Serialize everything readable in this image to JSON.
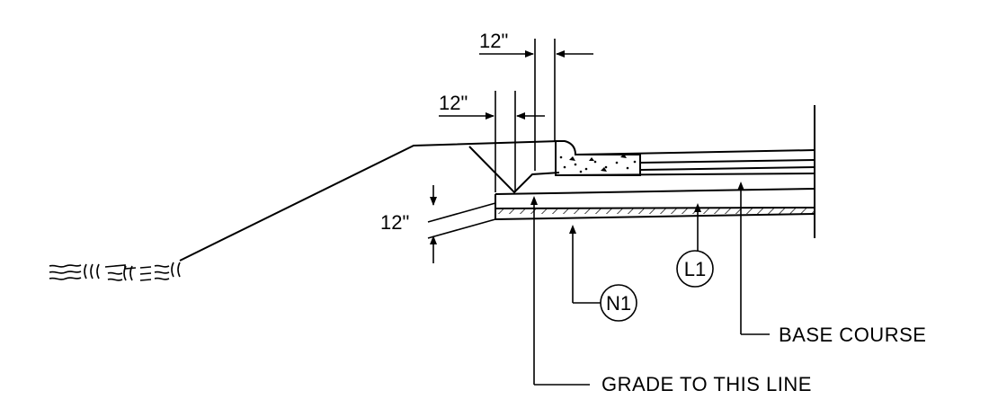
{
  "diagram": {
    "dimensions": {
      "top": "12\"",
      "middle": "12\"",
      "left": "12\""
    },
    "callouts": {
      "n1": "N1",
      "l1": "L1"
    },
    "labels": {
      "base_course": "BASE COURSE",
      "grade_line": "GRADE TO THIS LINE"
    }
  }
}
